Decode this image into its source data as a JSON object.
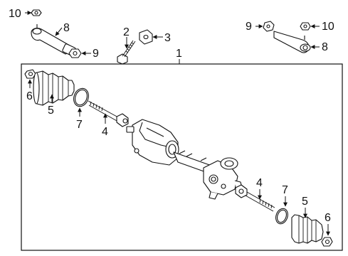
{
  "diagram": {
    "assembly_callout": "1",
    "callouts": {
      "c1": "1",
      "c2": "2",
      "c3": "3",
      "c4_left": "4",
      "c4_right": "4",
      "c5_left": "5",
      "c5_right": "5",
      "c6_left": "6",
      "c6_right": "6",
      "c7_left": "7",
      "c7_right": "7",
      "c8_left": "8",
      "c8_right": "8",
      "c9_left": "9",
      "c9_right": "9",
      "c10_left": "10",
      "c10_right": "10"
    }
  }
}
